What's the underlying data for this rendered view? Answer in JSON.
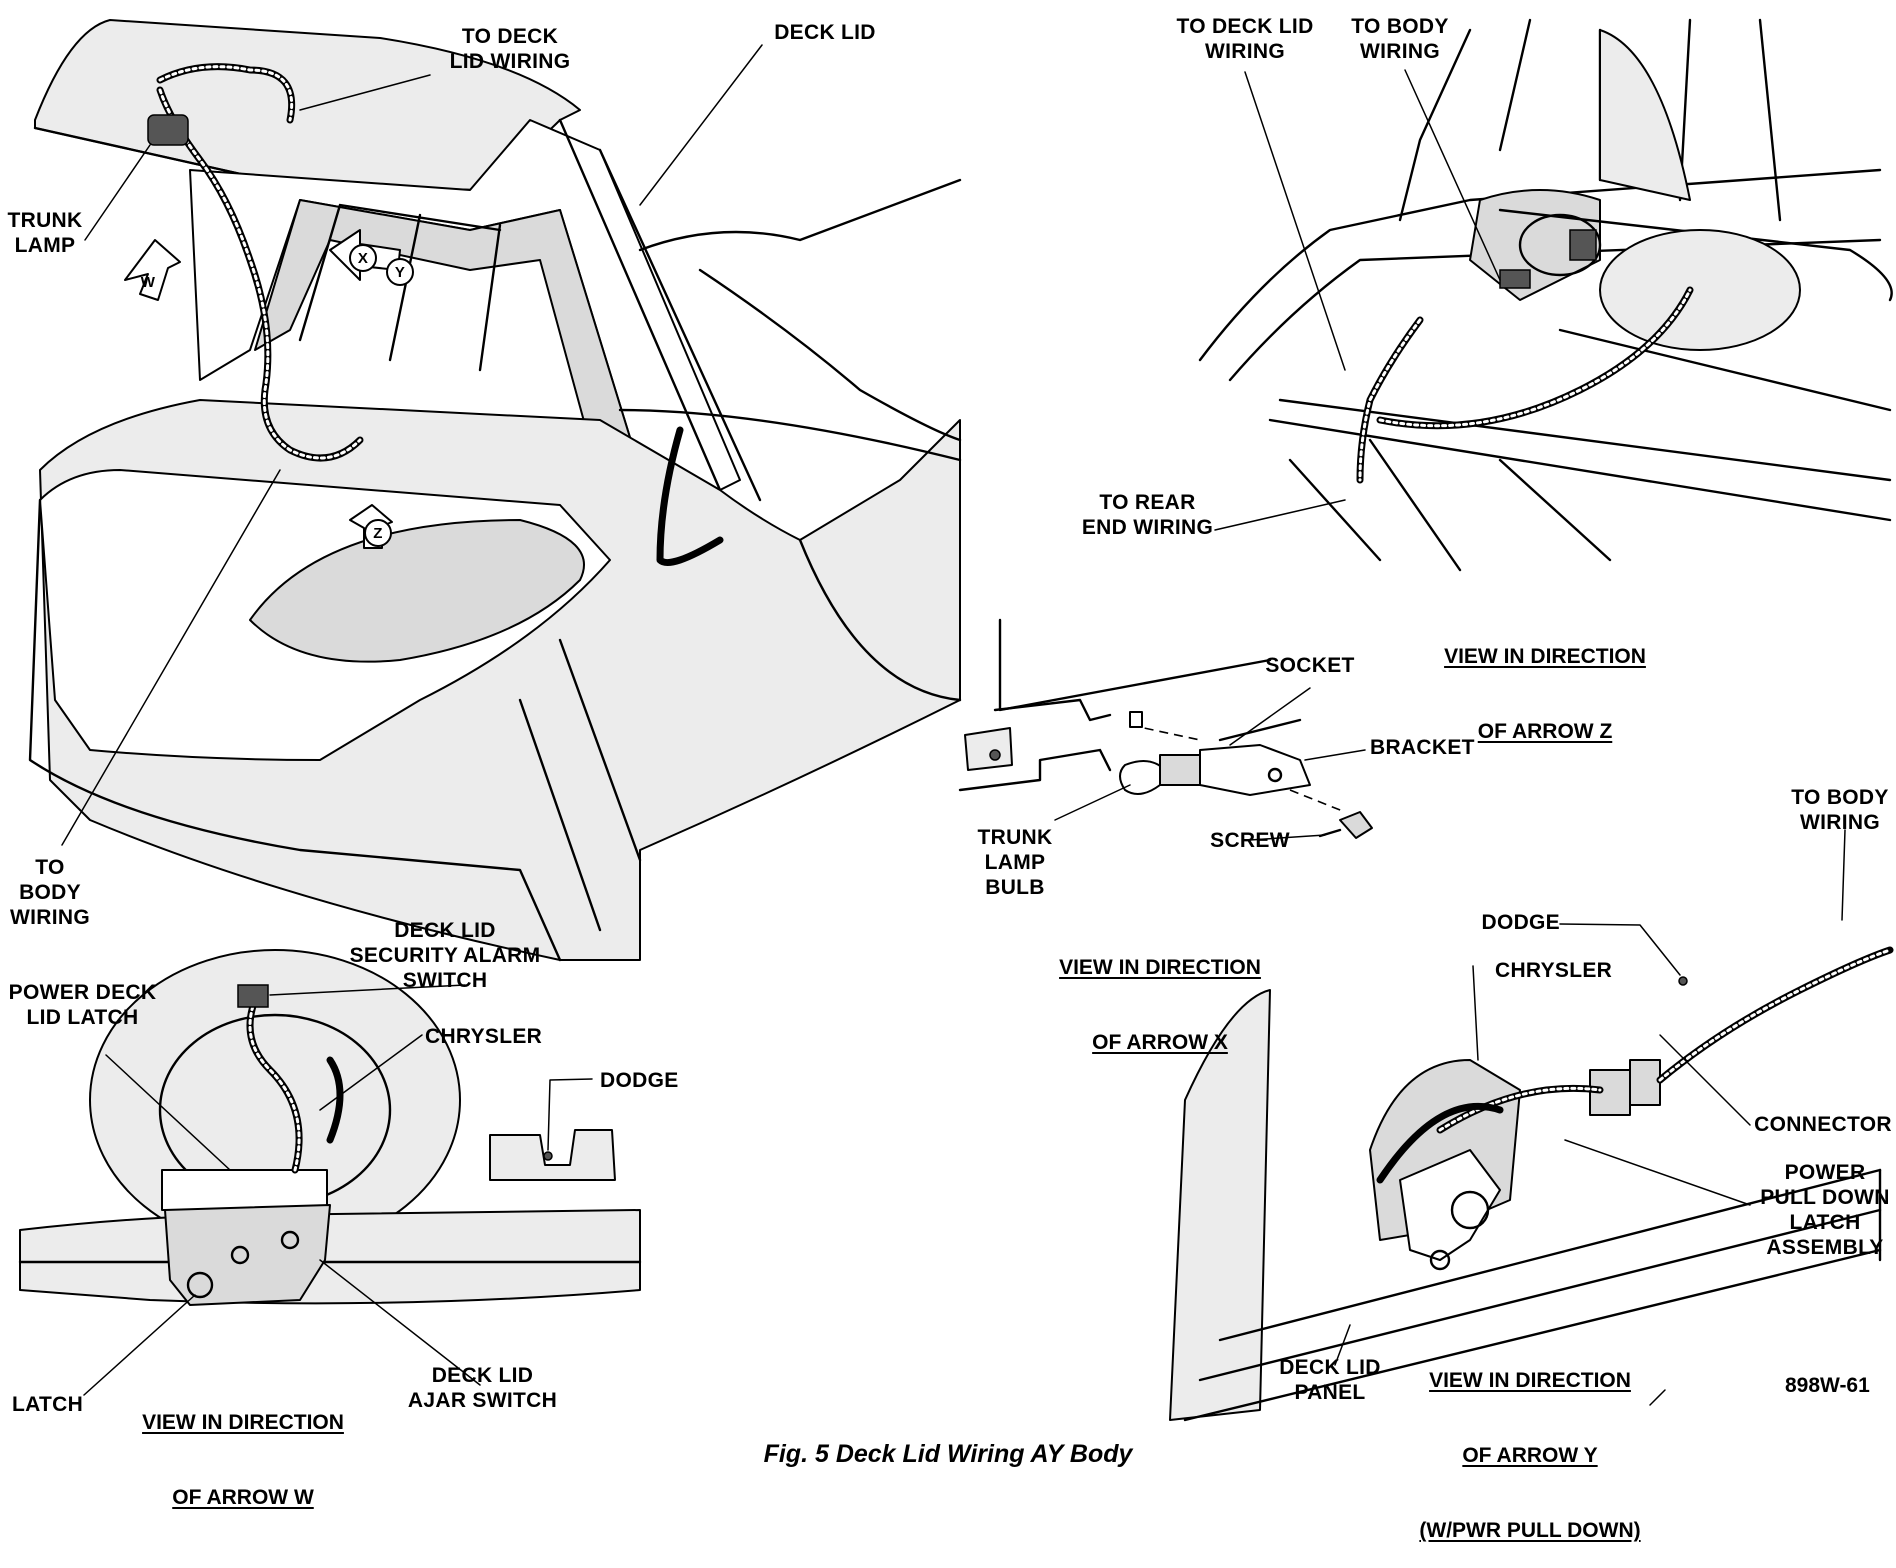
{
  "figure": {
    "caption": "Fig. 5 Deck Lid Wiring AY Body",
    "code": "898W-61"
  },
  "labels": {
    "to_deck_lid_wiring_main": "TO DECK\nLID WIRING",
    "deck_lid": "DECK LID",
    "trunk_lamp": "TRUNK\nLAMP",
    "to_body_wiring_main": "TO\nBODY\nWIRING",
    "to_deck_lid_wiring_z": "TO DECK LID\nWIRING",
    "to_body_wiring_z": "TO BODY\nWIRING",
    "to_rear_end_wiring": "TO REAR\nEND WIRING",
    "socket": "SOCKET",
    "bracket": "BRACKET",
    "trunk_lamp_bulb": "TRUNK\nLAMP\nBULB",
    "screw": "SCREW",
    "deck_lid_security_alarm_switch": "DECK LID\nSECURITY ALARM\nSWITCH",
    "power_deck_lid_latch": "POWER DECK\nLID LATCH",
    "chrysler_w": "CHRYSLER",
    "dodge_w": "DODGE",
    "latch": "LATCH",
    "deck_lid_ajar_switch": "DECK LID\nAJAR SWITCH",
    "to_body_wiring_y": "TO BODY\nWIRING",
    "dodge_y": "DODGE",
    "chrysler_y": "CHRYSLER",
    "connector": "CONNECTOR",
    "power_pull_down_latch_assembly": "POWER\nPULL DOWN\nLATCH\nASSEMBLY",
    "deck_lid_panel": "DECK LID\nPANEL"
  },
  "views": {
    "z": [
      "VIEW IN DIRECTION",
      "OF ARROW Z"
    ],
    "x": [
      "VIEW IN DIRECTION",
      "OF ARROW X"
    ],
    "w": [
      "VIEW IN DIRECTION",
      "OF ARROW W"
    ],
    "y": [
      "VIEW IN DIRECTION",
      "OF ARROW Y",
      "(W/PWR PULL DOWN)"
    ]
  },
  "arrows": {
    "w": "W",
    "x": "X",
    "y": "Y",
    "z": "Z"
  }
}
